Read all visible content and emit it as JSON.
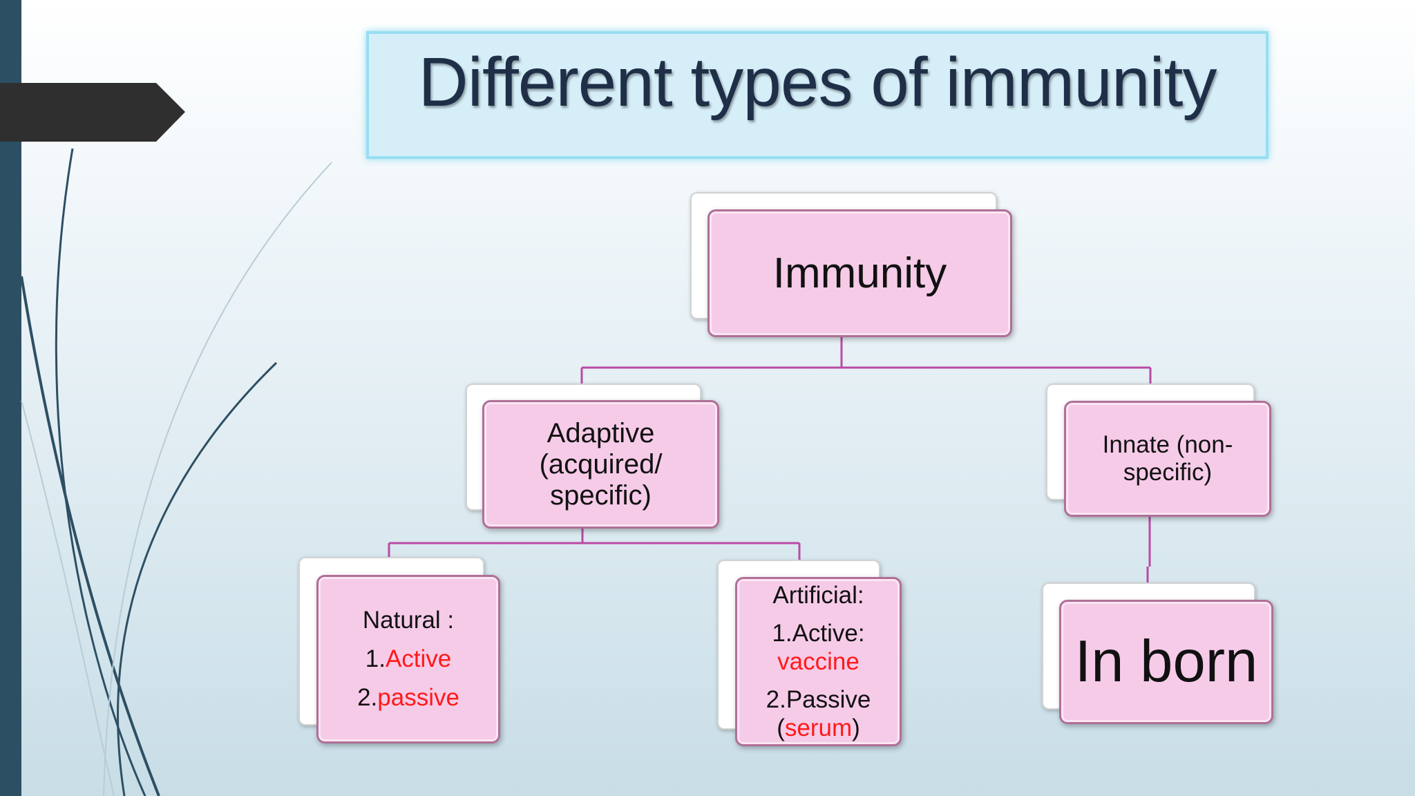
{
  "slide": {
    "title": "Different types of immunity"
  },
  "colors": {
    "node_fill": "#f6cbe8",
    "node_border": "#b06f98",
    "connector": "#b94aa4",
    "highlight_text": "#ff1a1a",
    "title_fill": "#d5eef8",
    "title_border": "#98def2",
    "sidebar": "#2d4f63",
    "arrow_tab": "#2f2f2f"
  },
  "diagram": {
    "root": {
      "label": "Immunity"
    },
    "adaptive": {
      "line1": "Adaptive",
      "line2": "(acquired/",
      "line3": "specific)"
    },
    "innate": {
      "line1": "Innate (non-",
      "line2": "specific)"
    },
    "natural": {
      "heading": "Natural :",
      "item1_num": "1.",
      "item1_text": "Active",
      "item2_num": "2.",
      "item2_text": "passive"
    },
    "artificial": {
      "heading": "Artificial:",
      "item1_label": "1.Active:",
      "item1_example": "vaccine",
      "item2_label": "2.Passive",
      "item2_open": "(",
      "item2_example": "serum",
      "item2_close": ")"
    },
    "inborn": {
      "label": "In born"
    }
  }
}
